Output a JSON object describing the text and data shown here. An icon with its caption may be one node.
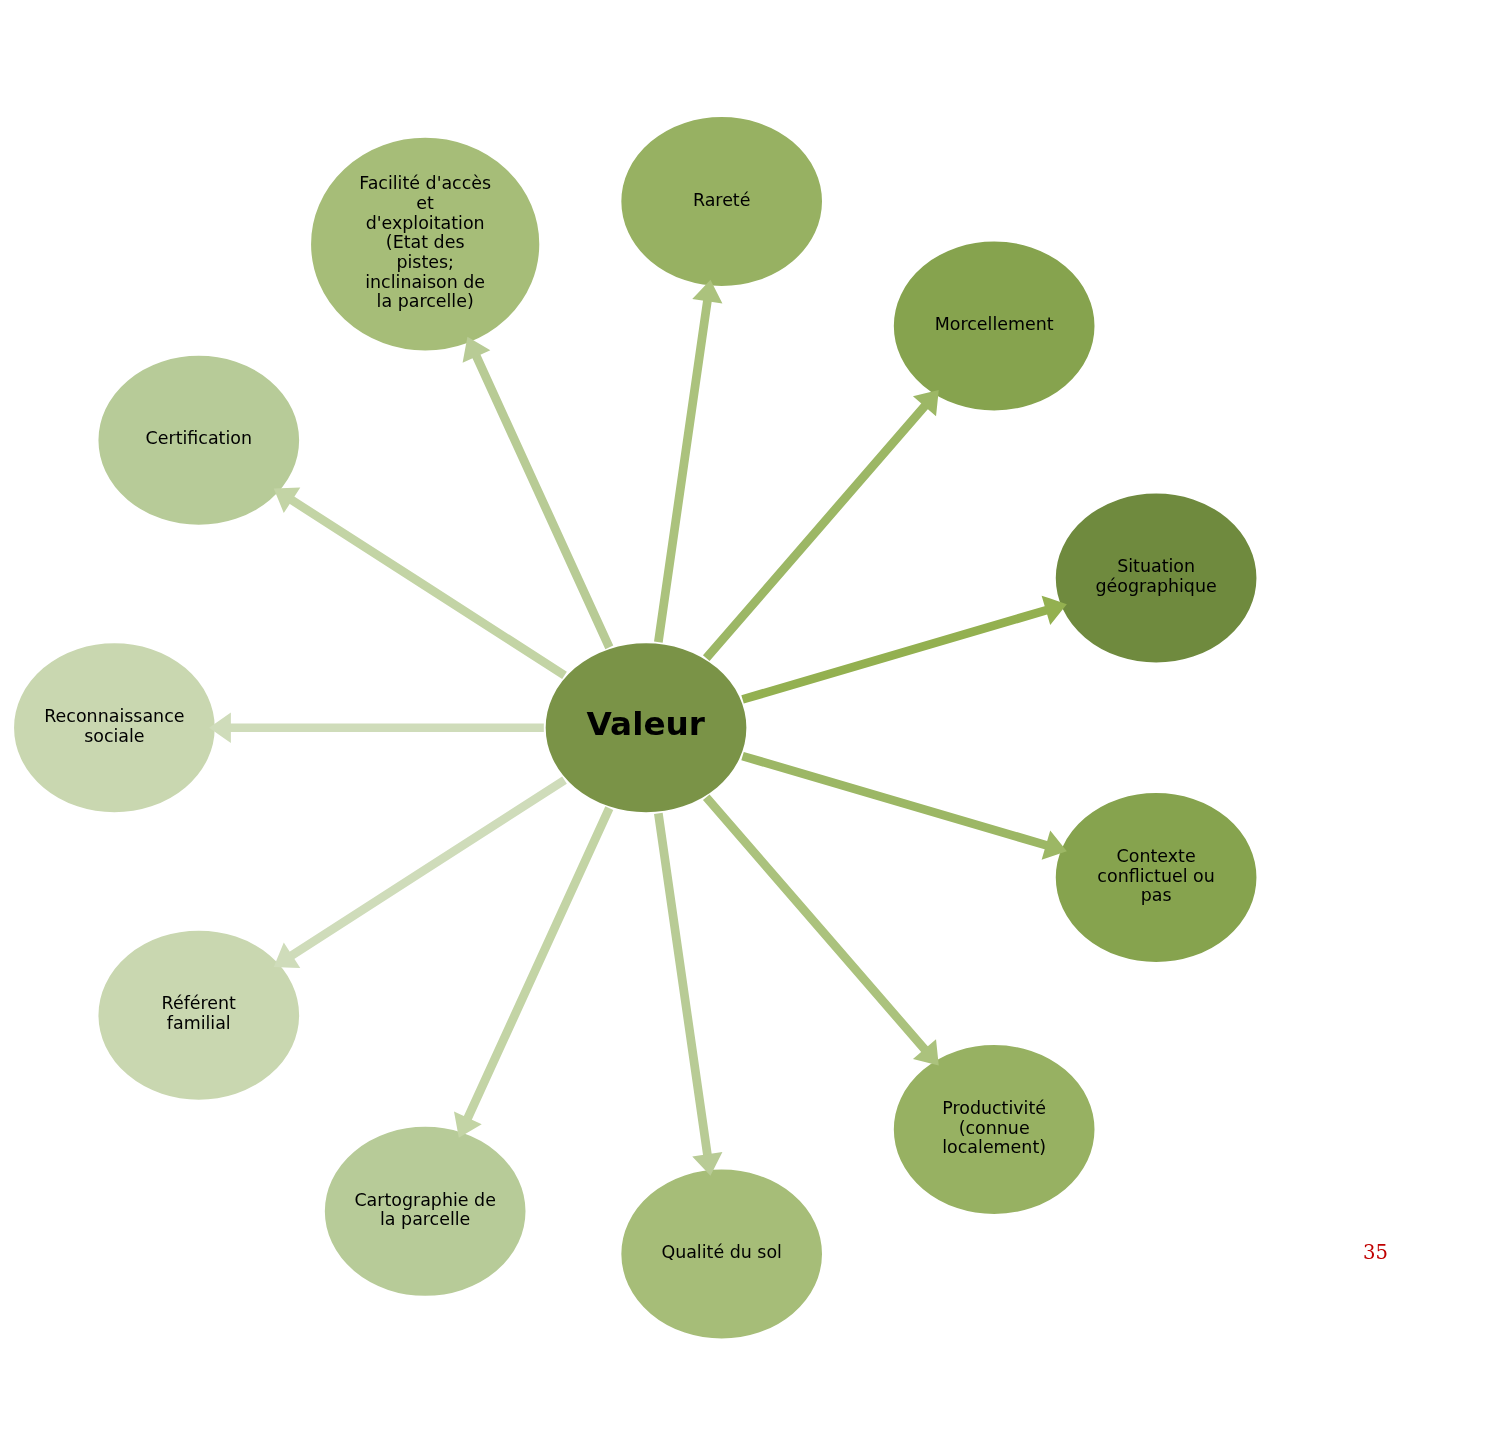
{
  "diagram": {
    "nodes": [
      {
        "text": [
          "Valeur"
        ]
      },
      {
        "text": [
          "Situation géographique"
        ]
      },
      {
        "text": [
          "Morcellement"
        ]
      },
      {
        "text": [
          "Rareté"
        ]
      },
      {
        "text": [
          "Facilité d'accès et d'exploitation (Etat des pistes; inclinaison de la parcelle)"
        ]
      },
      {
        "text": [
          "Certification"
        ]
      },
      {
        "text": [
          "Reconnaissance sociale"
        ]
      },
      {
        "text": [
          "Référent familial"
        ]
      },
      {
        "text": [
          "Cartographie de la parcelle"
        ]
      },
      {
        "text": [
          "Qualité du sol"
        ]
      },
      {
        "text": [
          "Productivité (connue localement)"
        ]
      },
      {
        "text": [
          "Contexte conflictuel ou pas"
        ]
      }
    ],
    "edges": [
      {
        "from": 0,
        "to": 1,
        "arrow": "to",
        "color": "#93b050"
      },
      {
        "from": 0,
        "to": 2,
        "arrow": "to",
        "color": "#9cb765"
      },
      {
        "from": 0,
        "to": 3,
        "arrow": "to",
        "color": "#abc27d"
      },
      {
        "from": 0,
        "to": 4,
        "arrow": "to",
        "color": "#b8cb95"
      },
      {
        "from": 0,
        "to": 5,
        "arrow": "to",
        "color": "#c3d4a5"
      },
      {
        "from": 0,
        "to": 6,
        "arrow": "to",
        "color": "#cfdcba"
      },
      {
        "from": 0,
        "to": 7,
        "arrow": "to",
        "color": "#cfdcba"
      },
      {
        "from": 0,
        "to": 8,
        "arrow": "to",
        "color": "#c3d4a5"
      },
      {
        "from": 0,
        "to": 9,
        "arrow": "to",
        "color": "#b8cb95"
      },
      {
        "from": 0,
        "to": 10,
        "arrow": "to",
        "color": "#abc27d"
      },
      {
        "from": 0,
        "to": 11,
        "arrow": "to",
        "color": "#9cb765"
      }
    ],
    "labels": [
      "35"
    ]
  }
}
